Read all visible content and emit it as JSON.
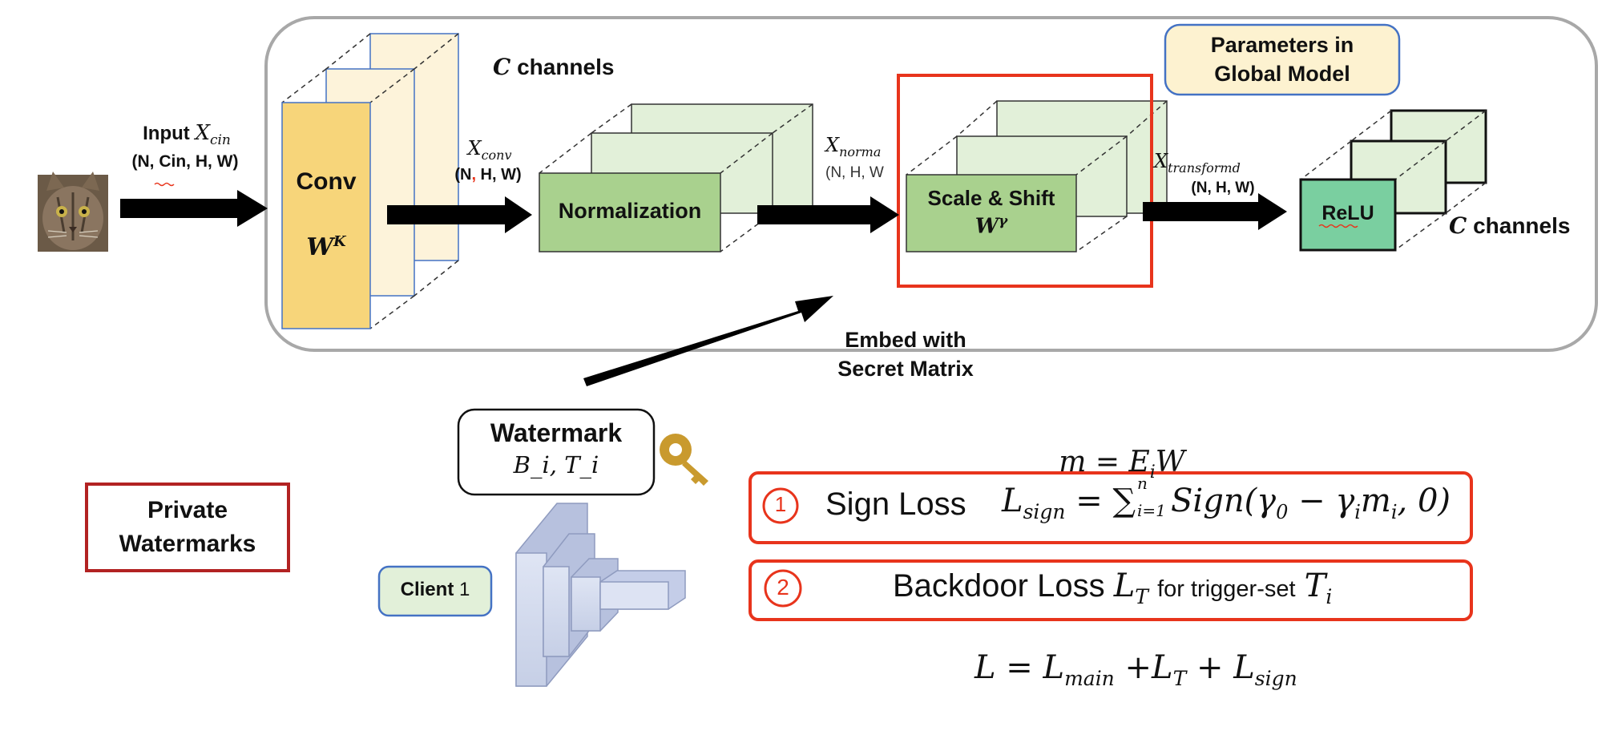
{
  "colors": {
    "frame": "#a8a8a8",
    "conv": "#f7d57a",
    "conv_back": "#fdf3da",
    "norm": "#a9d18e",
    "norm_back": "#e2f0d9",
    "relu": "#7acfa0",
    "red": "#e8341c",
    "param_fill": "#fdf2d0",
    "param_border": "#4472c4",
    "client_fill": "#e2f0d9",
    "dark_red": "#b22222"
  },
  "top": {
    "input": {
      "label": "Input",
      "var": "X",
      "sub": "cin",
      "dims": "(N, Cin, H, W)"
    },
    "conv": {
      "label": "Conv",
      "weight": "W",
      "weight_sup": "K"
    },
    "channels_top": "channels",
    "channels_right": "channels",
    "channels_var": "C",
    "x_conv": {
      "var": "X",
      "sub": "conv",
      "dims_a": "(N",
      "dims_comma": ",",
      "dims_b": " H, W)"
    },
    "norm": {
      "label": "Normalization"
    },
    "x_norm": {
      "var": "X",
      "sub": "norma",
      "dims": "(N, H, W"
    },
    "scale": {
      "label": "Scale & Shift",
      "weight": "W",
      "weight_sup": "γ"
    },
    "x_trans": {
      "var": "X",
      "sub": "transformd",
      "dims": "(N, H, W)"
    },
    "relu": {
      "label": "ReLU"
    },
    "param_box": "Parameters in\nGlobal Model",
    "embed": "Embed with\nSecret Matrix"
  },
  "bottom": {
    "private": "Private\nWatermarks",
    "watermark": {
      "title": "Watermark",
      "formula": "B_i, T_i"
    },
    "client": {
      "label": "Client",
      "num": "1"
    },
    "m_eq": {
      "m": "m",
      "eq": "=",
      "E": "E",
      "E_sub": "i",
      "W": "W"
    },
    "loss1": {
      "num": "1",
      "label": "Sign Loss",
      "L": "L",
      "L_sub": "sign",
      "eq": "=",
      "sum": "∑",
      "sum_sup": "n",
      "sum_sub": "i=1",
      "expr_a": "Sign(γ",
      "expr_a_sub": "0",
      "expr_b": " − γ",
      "expr_b_sub": "i",
      "expr_c": "m",
      "expr_c_sub": "i",
      "expr_d": ", 0)"
    },
    "loss2": {
      "num": "2",
      "label": "Backdoor Loss",
      "L": "L",
      "L_sub": "T",
      "mid": "for trigger-set",
      "T": "T",
      "T_sub": "i"
    },
    "total": {
      "L": "L",
      "eq": "=",
      "a": "L",
      "a_sub": "main",
      "plus1": "+",
      "b": "L",
      "b_sub": "T",
      "plus2": "+",
      "c": "L",
      "c_sub": "sign"
    }
  }
}
